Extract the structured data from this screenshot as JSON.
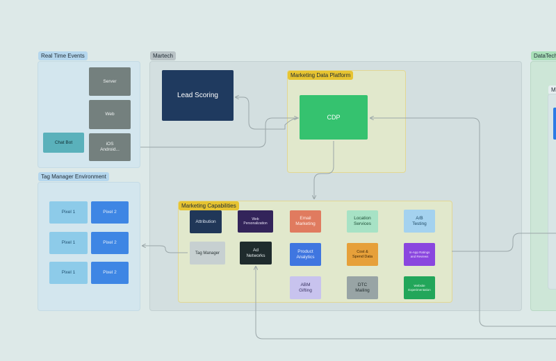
{
  "groups": {
    "real_time": "Real Time Events",
    "martech": "Martech",
    "datatech": "DataTech",
    "tag_manager_env": "Tag Manager Environment",
    "mdp": "Marketing Data Platform",
    "capabilities": "Marketing Capabilities",
    "partial_m": "M"
  },
  "nodes": {
    "server": "Server",
    "web": "Web",
    "ios": "iOS\nAndroid...",
    "chatbot": "Chat Bot",
    "lead_scoring": "Lead Scoring",
    "cdp": "CDP",
    "pixel1": "Pixel 1",
    "pixel2": "Pixel 2",
    "attribution": "Attribution",
    "web_personalization": "Web\nPersonalization",
    "email_marketing": "Email\nMarketing",
    "location_services": "Location\nServices",
    "ab_testing": "A/B\nTesting",
    "tag_manager": "Tag Manager",
    "ad_networks": "Ad\nNetworks",
    "product_analytics": "Product\nAnalytics",
    "cost_spend": "Cost &\nSpend Data",
    "in_app": "In-App Ratings\nand Reviews",
    "abm_gifting": "ABM\nGifting",
    "dtc_mailing": "DTC\nMailing",
    "website_experimentation": "Website\nExperimentation"
  },
  "colors": {
    "background": "#dde9e8",
    "edge": "#9aa6a8"
  }
}
